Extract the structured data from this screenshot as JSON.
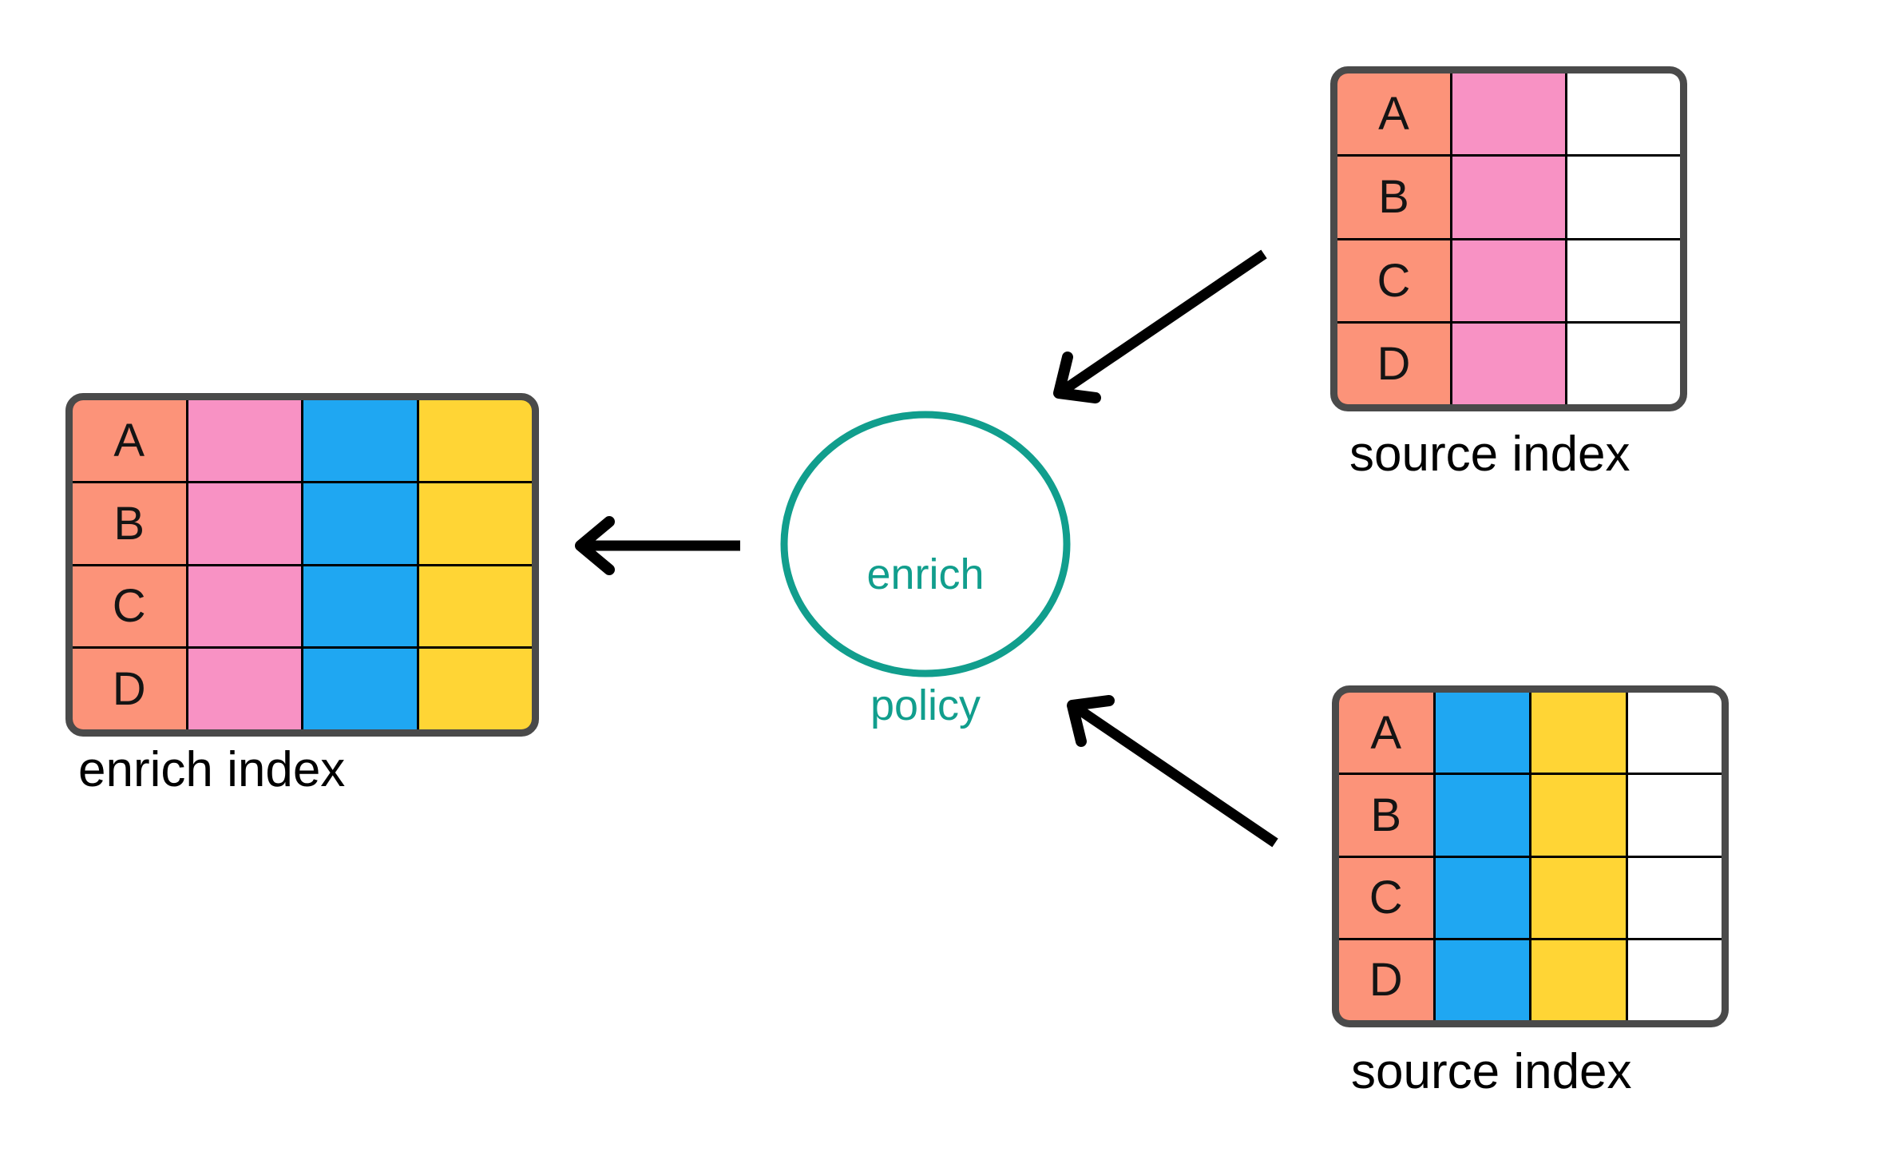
{
  "diagram": {
    "circle": {
      "line1": "enrich",
      "line2": "policy"
    },
    "tables": {
      "enrich": {
        "caption": "enrich index",
        "row_labels": [
          "A",
          "B",
          "C",
          "D"
        ],
        "columns": [
          "key",
          "pink",
          "blue",
          "yellow"
        ]
      },
      "source_top": {
        "caption": "source index",
        "row_labels": [
          "A",
          "B",
          "C",
          "D"
        ],
        "columns": [
          "key",
          "pink",
          "empty"
        ]
      },
      "source_bottom": {
        "caption": "source index",
        "row_labels": [
          "A",
          "B",
          "C",
          "D"
        ],
        "columns": [
          "key",
          "blue",
          "yellow",
          "empty"
        ]
      }
    },
    "colors": {
      "key_column": "#FC9379",
      "pink": "#F892C4",
      "blue": "#1FA7F2",
      "yellow": "#FFD535",
      "empty": "#FFFFFF",
      "table_border": "#4A4A4A",
      "grid_line": "#000000",
      "teal": "#119E8D",
      "arrow": "#000000",
      "text": "#000000"
    }
  }
}
